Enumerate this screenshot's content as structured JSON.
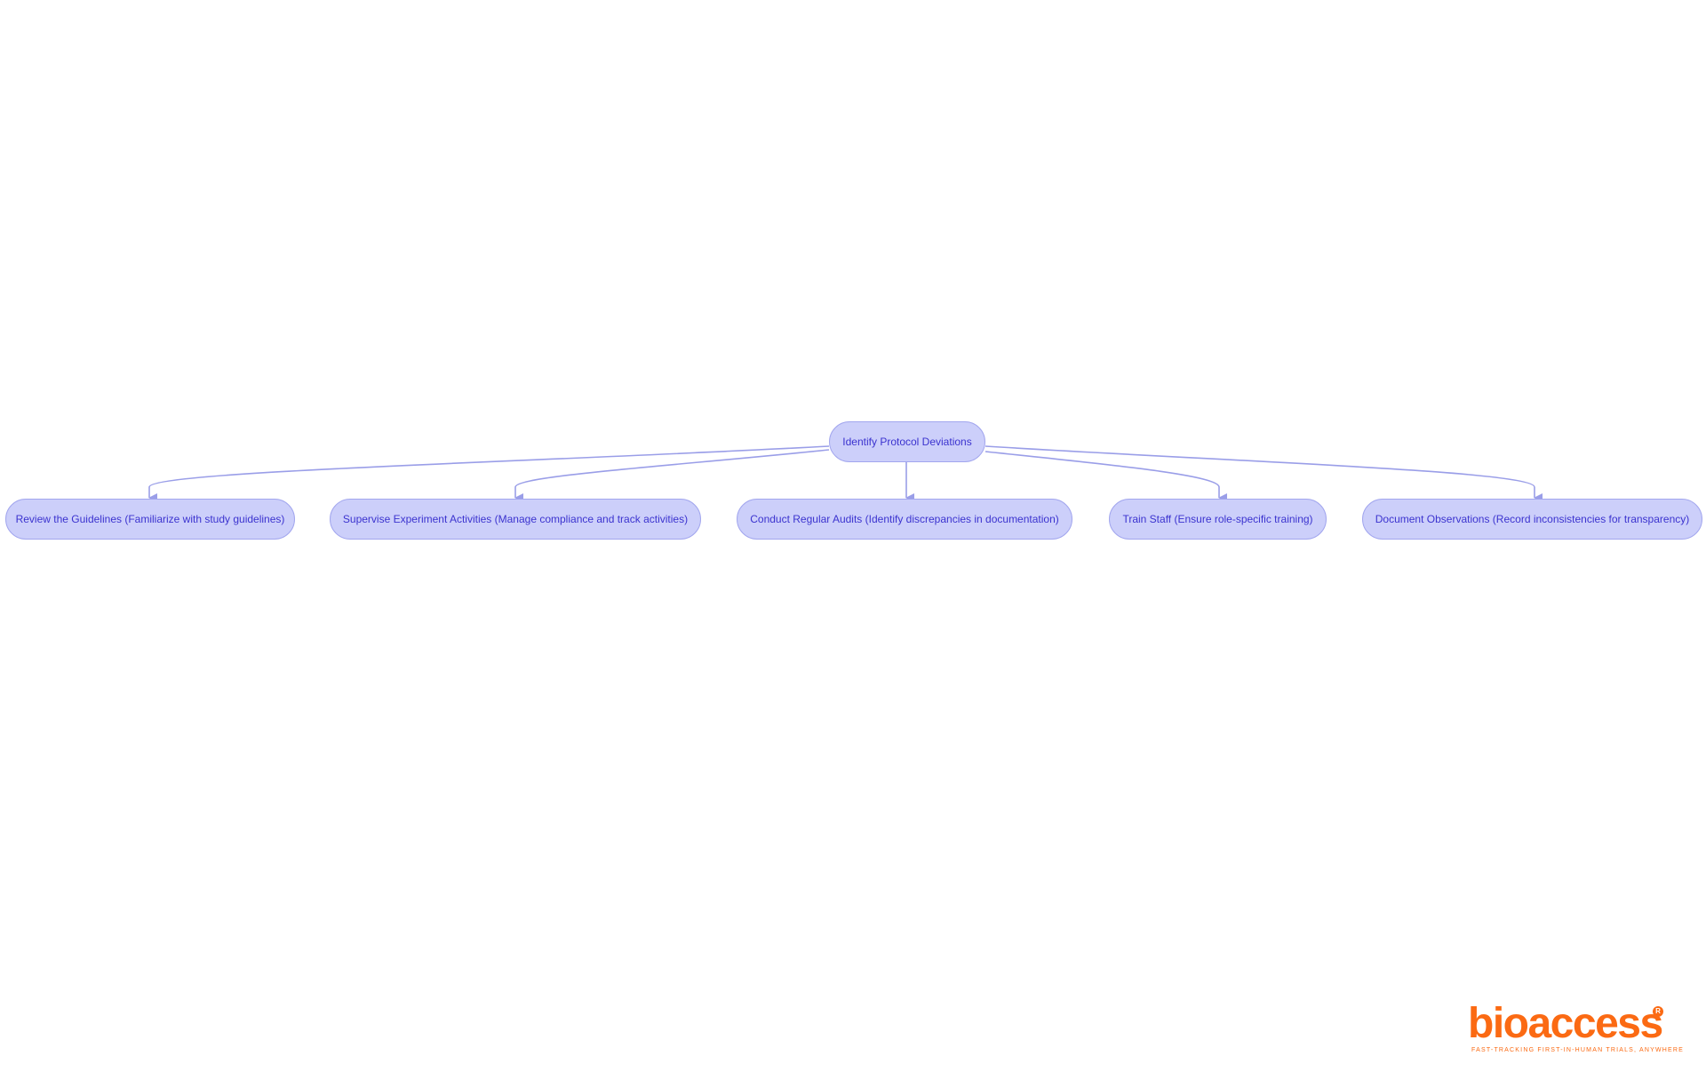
{
  "diagram": {
    "root": {
      "id": "root",
      "label": "Identify Protocol Deviations"
    },
    "children": [
      {
        "id": "n1",
        "label": "Review the Guidelines (Familiarize with study guidelines)"
      },
      {
        "id": "n2",
        "label": "Supervise Experiment Activities (Manage compliance and track activities)"
      },
      {
        "id": "n3",
        "label": "Conduct Regular Audits (Identify discrepancies in documentation)"
      },
      {
        "id": "n4",
        "label": "Train Staff (Ensure role-specific training)"
      },
      {
        "id": "n5",
        "label": "Document Observations (Record inconsistencies for transparency)"
      }
    ],
    "edges": [
      {
        "from": "root",
        "to": "n1"
      },
      {
        "from": "root",
        "to": "n2"
      },
      {
        "from": "root",
        "to": "n3"
      },
      {
        "from": "root",
        "to": "n4"
      },
      {
        "from": "root",
        "to": "n5"
      }
    ]
  },
  "logo": {
    "wordmark": "bioaccess",
    "registered": "R",
    "tagline": "FAST-TRACKING FIRST-IN-HUMAN TRIALS, ANYWHERE"
  },
  "colors": {
    "node_fill": "#cccffa",
    "node_border": "#a2a6ee",
    "node_text": "#3b33cf",
    "edge": "#9a9ee8",
    "logo": "#fb6a13"
  }
}
